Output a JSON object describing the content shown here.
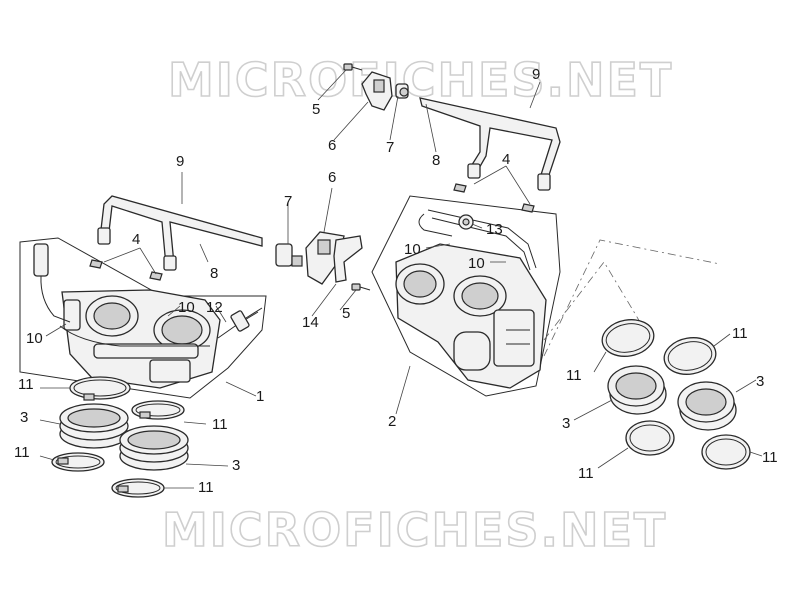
{
  "watermark": {
    "top": "MICROFICHES.NET",
    "bottom": "MICROFICHES.NET"
  },
  "labels": {
    "left_assembly": "1",
    "right_assembly": "2",
    "left_boot_a": "3",
    "left_boot_b": "3",
    "right_boot_a": "3",
    "right_boot_b": "3",
    "left_screw": "4",
    "right_screw": "4",
    "top_bolt": "5",
    "mid_bolt": "5",
    "top_sensor": "6",
    "mid_sensor": "6",
    "top_valve": "7",
    "mid_valve": "7",
    "left_hose": "8",
    "right_hose": "8",
    "left_pipe": "9",
    "right_pipe": "9",
    "left_part_a": "10",
    "left_part_b": "10",
    "right_part_a": "10",
    "right_part_b": "10",
    "clamp_l1": "11",
    "clamp_l2": "11",
    "clamp_l3": "11",
    "clamp_l4": "11",
    "clamp_r1": "11",
    "clamp_r2": "11",
    "clamp_r3": "11",
    "clamp_r4": "11",
    "left_fitting": "12",
    "right_cap": "13",
    "bracket": "14"
  }
}
